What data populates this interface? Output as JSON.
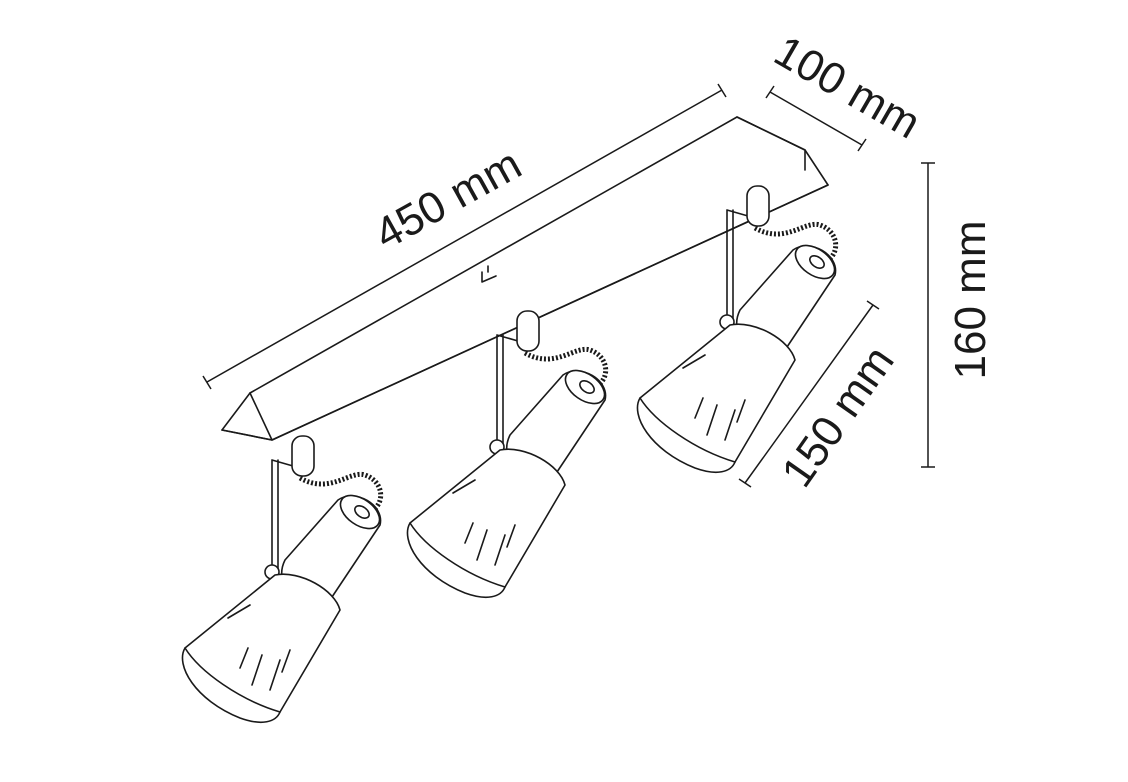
{
  "dimensions": {
    "length": "450 mm",
    "width": "100 mm",
    "height": "160 mm",
    "spot_depth": "150 mm"
  }
}
